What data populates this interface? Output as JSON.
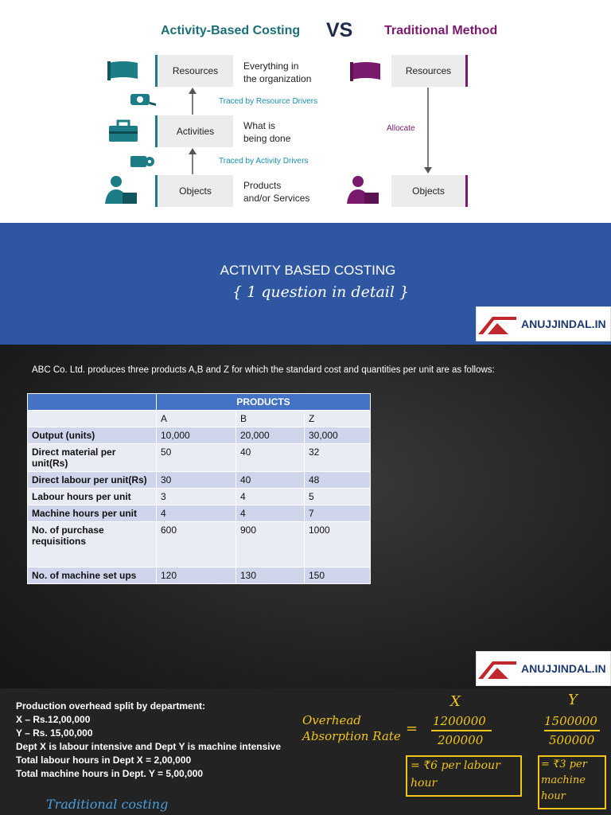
{
  "comparison": {
    "abc_title": "Activity-Based Costing",
    "vs": "VS",
    "traditional_title": "Traditional Method",
    "abc_boxes": [
      "Resources",
      "Activities",
      "Objects"
    ],
    "abc_descriptions": [
      "Everything in\nthe organization",
      "What is\nbeing done",
      "Products\nand/or Services"
    ],
    "drivers": [
      "Traced by Resource Drivers",
      "Traced by Activity Drivers"
    ],
    "traditional_boxes": [
      "Resources",
      "Objects"
    ],
    "allocate": "Allocate",
    "colors": {
      "teal": "#1d7d86",
      "purple": "#7a1a6c"
    }
  },
  "banner": {
    "title": "ACTIVITY BASED COSTING",
    "handwriting": "{ 1 question in detail }",
    "logo_text": "ANUJJINDAL.IN",
    "background": "#2e56a1"
  },
  "problem": {
    "text": "ABC Co. Ltd. produces three products A,B and Z for which the standard cost and quantities per unit are as follows:",
    "table": {
      "group_header": "PRODUCTS",
      "columns": [
        "A",
        "B",
        "Z"
      ],
      "rows": [
        {
          "label": "Output (units)",
          "values": [
            "10,000",
            "20,000",
            "30,000"
          ]
        },
        {
          "label": "Direct material per unit(Rs)",
          "values": [
            "50",
            "40",
            "32"
          ]
        },
        {
          "label": "Direct labour per unit(Rs)",
          "values": [
            "30",
            "40",
            "48"
          ]
        },
        {
          "label": "Labour hours per unit",
          "values": [
            "3",
            "4",
            "5"
          ]
        },
        {
          "label": "Machine hours per unit",
          "values": [
            "4",
            "4",
            "7"
          ]
        },
        {
          "label": "No. of purchase requisitions",
          "values": [
            "600",
            "900",
            "1000"
          ]
        },
        {
          "label": "No. of machine set ups",
          "values": [
            "120",
            "130",
            "150"
          ]
        }
      ]
    },
    "logo_text": "ANUJJINDAL.IN"
  },
  "overhead": {
    "lines": [
      "Production overhead split by department:",
      "X – Rs.12,00,000",
      "Y – Rs. 15,00,000",
      "Dept X is labour intensive and Dept Y is machine intensive",
      "Total labour hours in Dept X = 2,00,000",
      "Total machine hours in Dept. Y = 5,00,000"
    ],
    "notes": {
      "oar": "Overhead\nAbsorption Rate",
      "eq": "=",
      "x": "X",
      "y": "Y",
      "x_num": "1200000",
      "x_den": "200000",
      "y_num": "1500000",
      "y_den": "500000",
      "x_result": "= ₹6 per labour\nhour",
      "y_result": "= ₹3 per\nmachine\nhour",
      "traditional": "Traditional costing"
    }
  }
}
